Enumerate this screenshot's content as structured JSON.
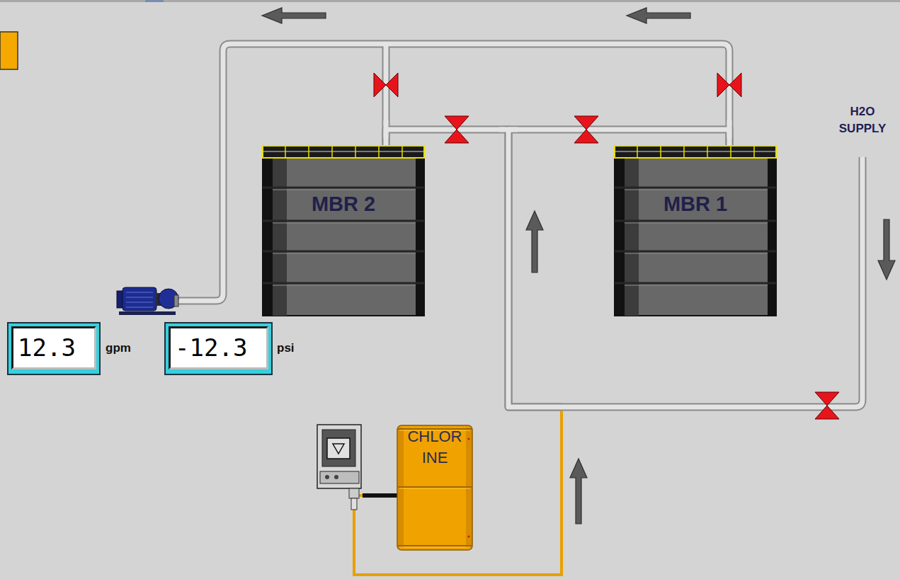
{
  "diagram": {
    "nodes": [
      {
        "text": [
          "MBR 2"
        ]
      },
      {
        "text": [
          "MBR 1"
        ]
      },
      {
        "text": [
          "12.3"
        ]
      },
      {
        "text": [
          "-12.3"
        ]
      },
      {
        "text": [
          "CHLOR INE"
        ]
      }
    ],
    "edges": [
      {
        "from": 4,
        "to": 0,
        "arrow": "none"
      },
      {
        "from": 4,
        "to": 1,
        "arrow": "none"
      }
    ],
    "labels": [
      "H2O SUPPLY",
      "gpm",
      "psi"
    ]
  }
}
